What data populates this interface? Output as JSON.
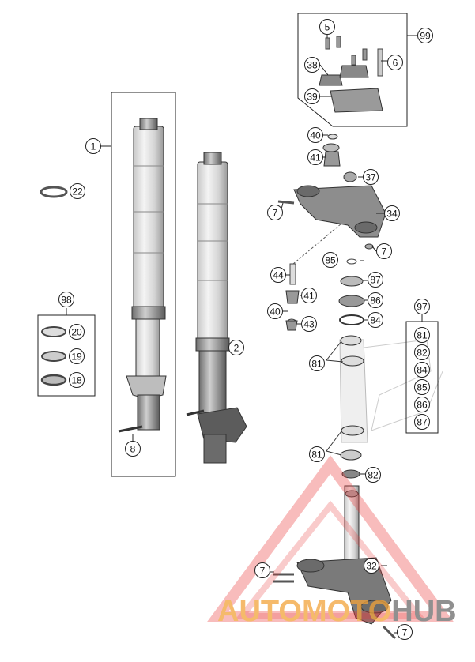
{
  "callouts": {
    "c1": "1",
    "c2": "2",
    "c5": "5",
    "c6": "6",
    "c7a": "7",
    "c7b": "7",
    "c7c": "7",
    "c7d": "7",
    "c8": "8",
    "c18": "18",
    "c19": "19",
    "c20": "20",
    "c22": "22",
    "c32": "32",
    "c34": "34",
    "c37": "37",
    "c38": "38",
    "c39": "39",
    "c40a": "40",
    "c40b": "40",
    "c41a": "41",
    "c41b": "41",
    "c43": "43",
    "c44": "44",
    "c81a": "81",
    "c81b": "81",
    "c82": "82",
    "c84": "84",
    "c85": "85",
    "c86": "86",
    "c87": "87",
    "c97": "97",
    "c98": "98",
    "c99": "99"
  },
  "kit97": [
    "81",
    "82",
    "84",
    "85",
    "86",
    "87"
  ],
  "watermark": {
    "part1": "AUTO",
    "part2": "MOTO",
    "part3": "HUB"
  },
  "colors": {
    "watermark_red": "#e83a3a",
    "watermark_orange": "#f2a33a",
    "watermark_gray": "#6b6b6b",
    "line": "#222222"
  }
}
